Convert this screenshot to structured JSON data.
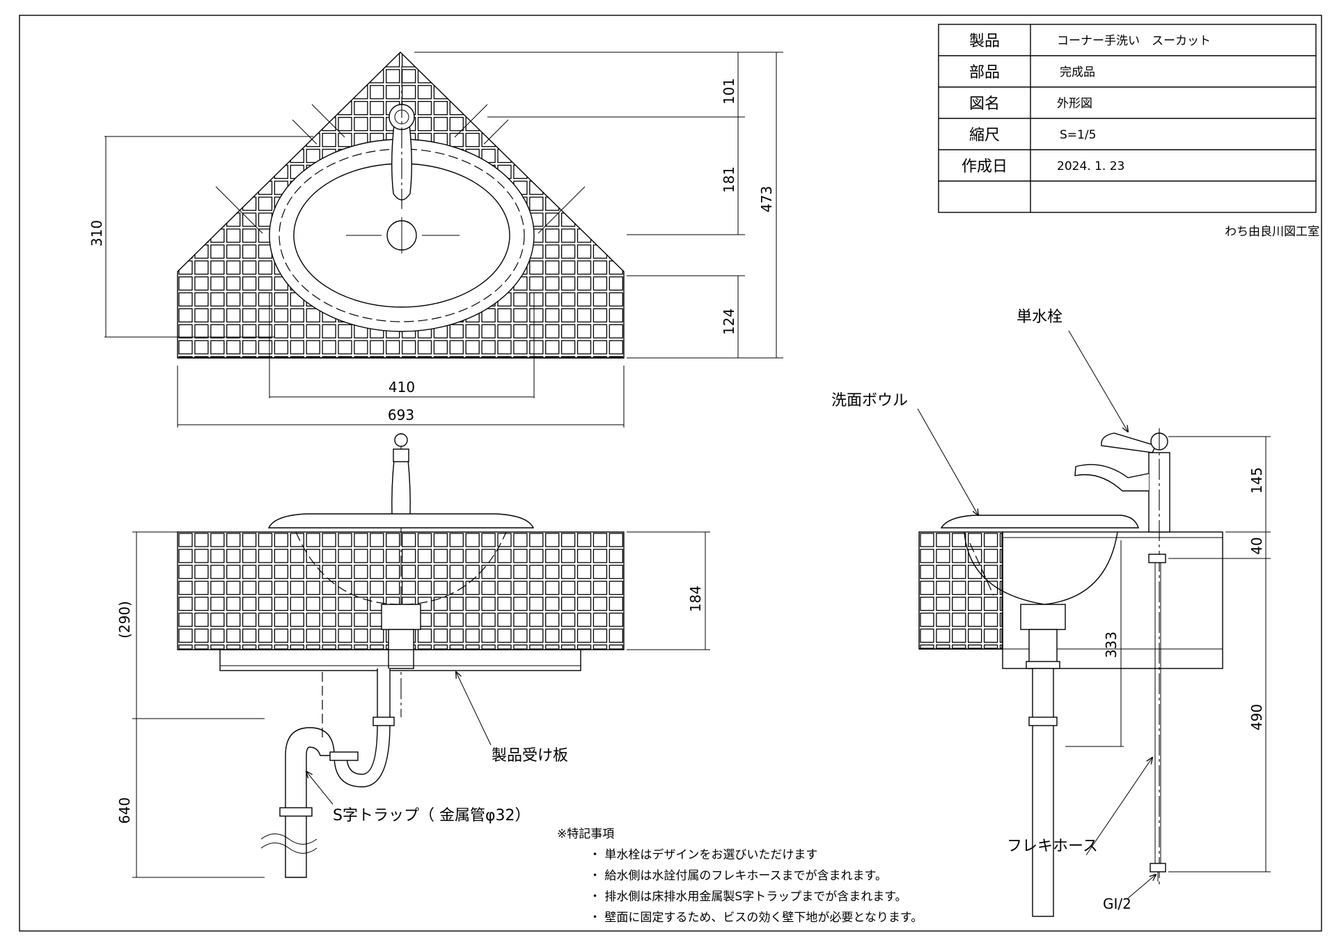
{
  "title_block": {
    "rows": [
      {
        "label": "製品",
        "value": "コーナー手洗い　スーカット"
      },
      {
        "label": "部品",
        "value": "完成品"
      },
      {
        "label": "図名",
        "value": "外形図"
      },
      {
        "label": "縮尺",
        "value": "S=1/5"
      },
      {
        "label": "作成日",
        "value": "2024. 1. 23"
      },
      {
        "label": "",
        "value": ""
      }
    ],
    "studio": "わち由良川図工室"
  },
  "dimensions": {
    "plan_depth_101": "101",
    "plan_depth_181": "181",
    "plan_depth_124": "124",
    "plan_total_473": "473",
    "plan_bowl_310": "310",
    "plan_bowl_width": "410",
    "plan_total_width": "693",
    "front_height_290": "(290)",
    "front_counter_184": "184",
    "front_floor_640": "640",
    "side_faucet_145": "145",
    "side_top_40": "40",
    "side_drain_333": "333",
    "side_supply_490": "490"
  },
  "labels": {
    "faucet": "単水栓",
    "bowl": "洗面ボウル",
    "receiver_plate": "製品受け板",
    "s_trap": "S字トラップ（ 金属管φ32）",
    "flex_hose": "フレキホース",
    "thread": "GI/2"
  },
  "notes": {
    "heading": "※特記事項",
    "items": [
      "・ 単水栓はデザインをお選びいただけます",
      "・ 給水側は水詮付属のフレキホースまでが含まれます。",
      "・ 排水側は床排水用金属製S字トラップまでが含まれます。",
      "・ 壁面に固定するため、ビスの効く壁下地が必要となります。"
    ]
  }
}
